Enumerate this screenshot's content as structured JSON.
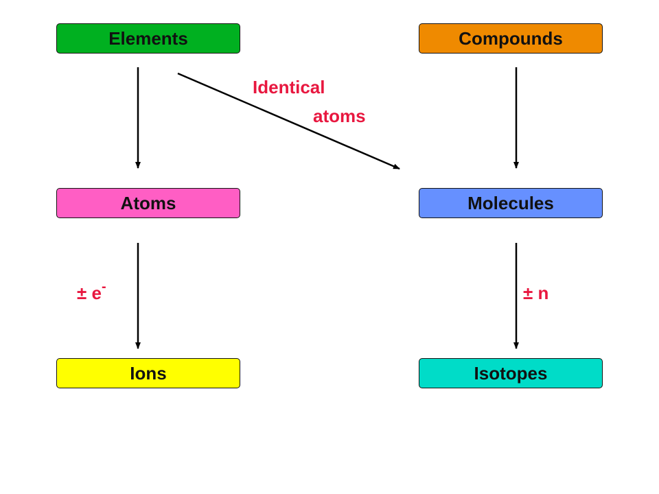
{
  "colors": {
    "elements": "#00b020",
    "compounds": "#ef8a00",
    "atoms": "#ff5ec4",
    "molecules": "#6690ff",
    "ions": "#ffff00",
    "isotopes": "#00dcc8",
    "edge_label": "#e8173f",
    "arrow": "#000000"
  },
  "nodes": {
    "elements": "Elements",
    "compounds": "Compounds",
    "atoms": "Atoms",
    "molecules": "Molecules",
    "ions": "Ions",
    "isotopes": "Isotopes"
  },
  "edge_labels": {
    "identical_line1": "Identical",
    "identical_line2": "atoms",
    "electron_prefix": "± e",
    "electron_sup": "-",
    "neutron": "± n"
  }
}
